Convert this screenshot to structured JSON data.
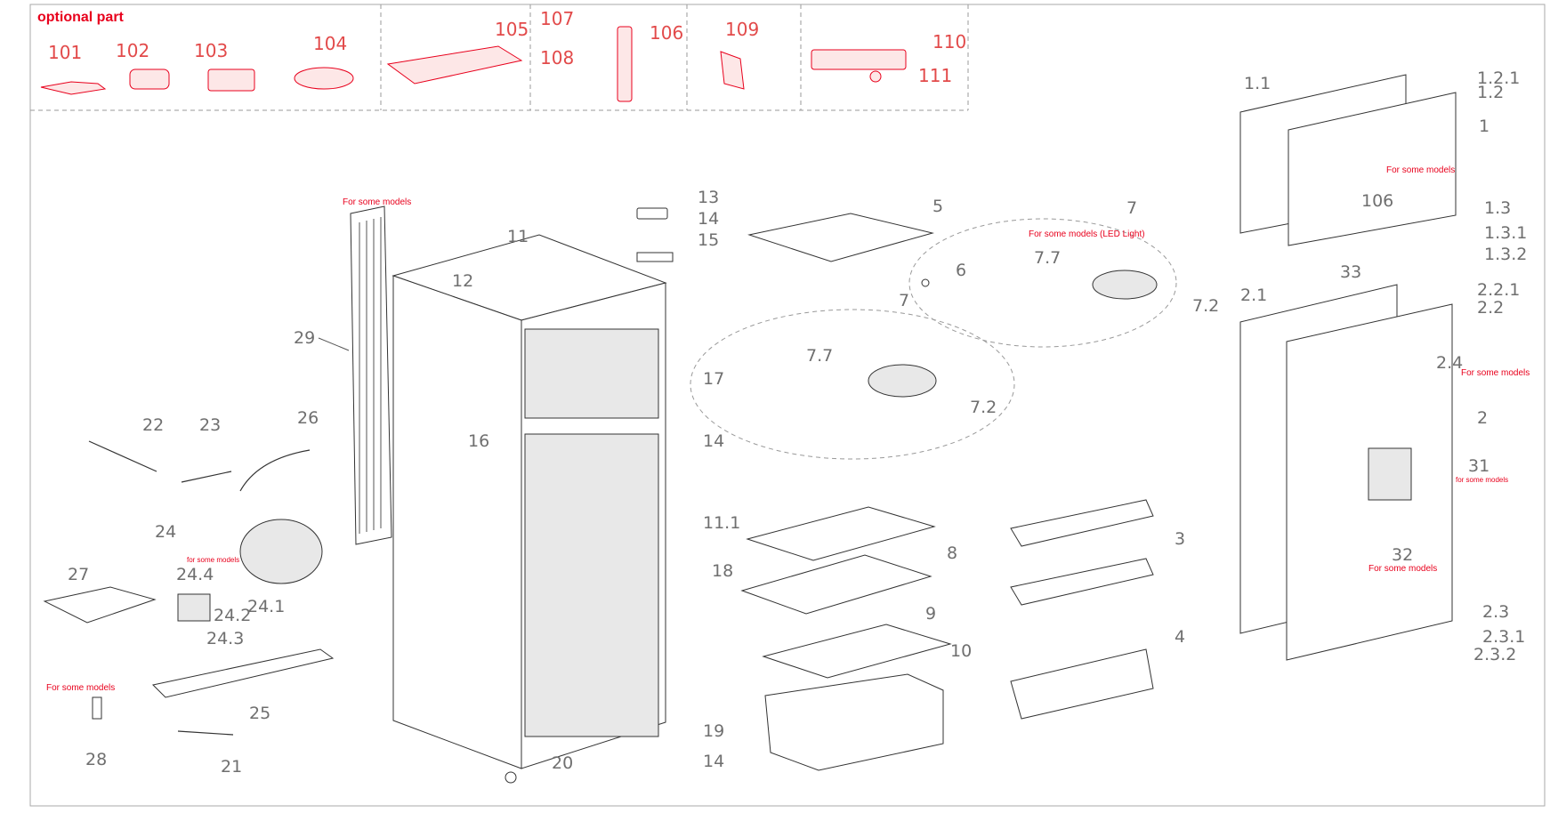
{
  "optional": {
    "title": "optional part",
    "labels": [
      "101",
      "102",
      "103",
      "104",
      "105",
      "107",
      "108",
      "106",
      "109",
      "110",
      "111"
    ]
  },
  "notes": {
    "condenser": "For some models",
    "door_top": "For some models",
    "led": "For some models  (LED Light)",
    "lock": "For some models",
    "dispenser": "for some models",
    "handle": "For some models",
    "relay": "for some models",
    "thermo": "For some models"
  },
  "labels": {
    "l1_1": "1.1",
    "l1_2_1": "1.2.1",
    "l1_2": "1.2",
    "l1": "1",
    "l106": "106",
    "l1_3": "1.3",
    "l1_3_1": "1.3.1",
    "l1_3_2": "1.3.2",
    "l33": "33",
    "l2_1": "2.1",
    "l2_2_1": "2.2.1",
    "l2_2": "2.2",
    "l2_4": "2.4",
    "l2": "2",
    "l31": "31",
    "l32": "32",
    "l2_3": "2.3",
    "l2_3_1": "2.3.1",
    "l2_3_2": "2.3.2",
    "l3": "3",
    "l4": "4",
    "l5": "5",
    "l6": "6",
    "l7a": "7",
    "l7b": "7",
    "l7_7a": "7.7",
    "l7_2a": "7.2",
    "l7_7b": "7.7",
    "l7_2b": "7.2",
    "l8": "8",
    "l9": "9",
    "l10": "10",
    "l11": "11",
    "l12": "12",
    "l13": "13",
    "l14a": "14",
    "l15": "15",
    "l16": "16",
    "l17": "17",
    "l14b": "14",
    "l11_1": "11.1",
    "l18": "18",
    "l19": "19",
    "l14c": "14",
    "l20": "20",
    "l29": "29",
    "l22": "22",
    "l23": "23",
    "l26": "26",
    "l24": "24",
    "l24_4": "24.4",
    "l24_1": "24.1",
    "l24_2": "24.2",
    "l24_3": "24.3",
    "l27": "27",
    "l25": "25",
    "l28": "28",
    "l21": "21"
  }
}
